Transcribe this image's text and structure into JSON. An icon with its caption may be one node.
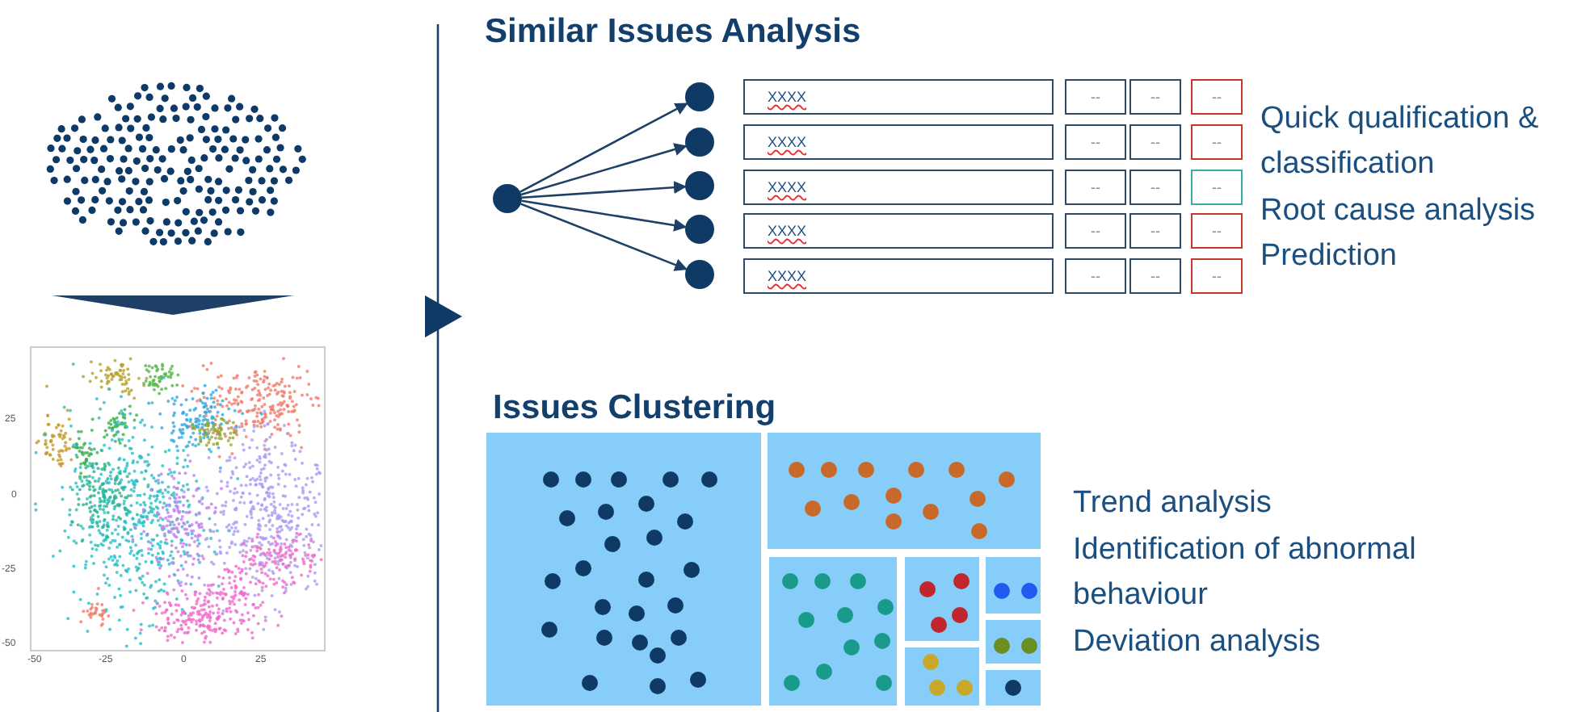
{
  "diagram": {
    "nodes": [
      {
        "text": [],
        "shape": "picture"
      },
      {
        "text": [],
        "shape": "picture"
      },
      {
        "text": [],
        "shape": "circle"
      },
      {
        "text": [],
        "shape": "circle"
      },
      {
        "text": [],
        "shape": "circle"
      },
      {
        "text": [],
        "shape": "circle"
      },
      {
        "text": [],
        "shape": "circle"
      },
      {
        "text": [],
        "shape": "circle"
      },
      {
        "text": [
          "XXXX"
        ]
      },
      {
        "text": [
          "--"
        ]
      },
      {
        "text": [
          "--"
        ]
      },
      {
        "text": [
          "--"
        ]
      },
      {
        "text": [
          "XXXX"
        ]
      },
      {
        "text": [
          "--"
        ]
      },
      {
        "text": [
          "--"
        ]
      },
      {
        "text": [
          "--"
        ]
      },
      {
        "text": [
          "XXXX"
        ]
      },
      {
        "text": [
          "--"
        ]
      },
      {
        "text": [
          "--"
        ]
      },
      {
        "text": [
          "--"
        ]
      },
      {
        "text": [
          "XXXX"
        ]
      },
      {
        "text": [
          "--"
        ]
      },
      {
        "text": [
          "--"
        ]
      },
      {
        "text": [
          "--"
        ]
      },
      {
        "text": [
          "XXXX"
        ]
      },
      {
        "text": [
          "--"
        ]
      },
      {
        "text": [
          "--"
        ]
      },
      {
        "text": [
          "--"
        ]
      }
    ],
    "edges": [
      {
        "from": 0,
        "to": 1,
        "arrow": "to"
      },
      {
        "from": 2,
        "to": 3,
        "arrow": "to"
      },
      {
        "from": 2,
        "to": 4,
        "arrow": "to"
      },
      {
        "from": 2,
        "to": 5,
        "arrow": "to"
      },
      {
        "from": 2,
        "to": 6,
        "arrow": "to"
      },
      {
        "from": 2,
        "to": 7,
        "arrow": "to"
      }
    ],
    "labels": [
      "25",
      "0",
      "-25",
      "-50",
      "-50",
      "-25",
      "0",
      "25",
      "Similar Issues Analysis",
      "Quick qualification & classification",
      "Root cause analysis",
      "Prediction",
      "Issues Clustering",
      "Trend analysis",
      "Identification of abnormal behaviour",
      "Deviation analysis"
    ]
  }
}
